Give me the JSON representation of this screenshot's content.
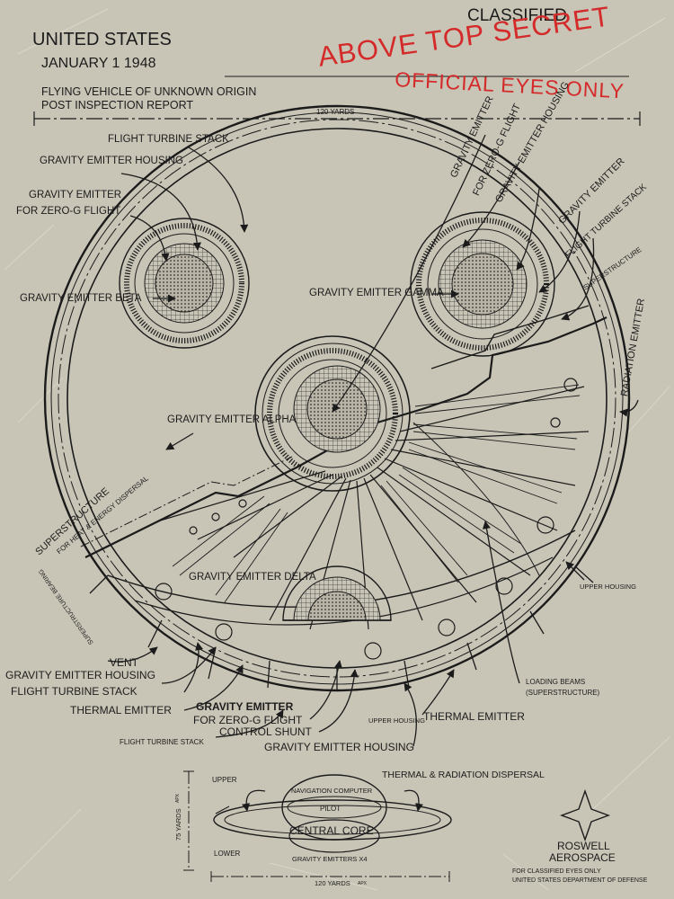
{
  "header": {
    "country": "UNITED STATES",
    "date": "JANUARY 1 1948",
    "report_line_1": "FLYING VEHICLE OF UNKNOWN ORIGIN",
    "report_line_2": "POST INSPECTION REPORT",
    "classified": "CLASSIFIED",
    "stamp_1": "ABOVE TOP SECRET",
    "stamp_2": "OFFICIAL EYES ONLY",
    "dimension_top": "120 YARDS"
  },
  "labels": {
    "flight_turbine_stack_tl": "FLIGHT TURBINE STACK",
    "gravity_emitter_housing_tl": "GRAVITY EMITTER HOUSING",
    "gravity_emitter_zero_g_1": "GRAVITY EMITTER",
    "gravity_emitter_zero_g_2": "FOR ZERO-G FLIGHT",
    "gravity_emitter_beta": "GRAVITY EMITTER BETA",
    "gravity_emitter_gamma": "GRAVITY EMITTER GAMMA",
    "gravity_emitter_alpha": "GRAVITY EMITTER ALPHA",
    "gravity_emitter_delta": "GRAVITY EMITTER DELTA",
    "rot_gravity_emitter_1": "GRAVITY EMITTER",
    "rot_gravity_emitter_2": "FOR ZERO-G FLIGHT",
    "rot_gravity_emitter_housing": "GRAVITY EMITTER HOUSING",
    "rot_gravity_emitter_right": "GRAVITY EMITTER",
    "rot_flight_turbine_stack": "FLIGHT TURBINE STACK",
    "rot_superstructure": "SUPERSTRUCTURE",
    "radiation_emitter": "RADIATION EMITTER",
    "superstructure_left": "SUPERSTRUCTURE",
    "heat_energy_dispersal": "FOR HEAT & ENERGY DISPERSAL",
    "superstructure_bearing": "SUPERSTRUCTURE BEARING",
    "upper_housing_right": "UPPER HOUSING",
    "vent": "VENT",
    "gravity_emitter_housing_bl": "GRAVITY EMITTER HOUSING",
    "flight_turbine_stack_bl": "FLIGHT TURBINE STACK",
    "thermal_emitter_left": "THERMAL EMITTER",
    "gravity_emitter_bold": "GRAVITY EMITTER",
    "for_zero_g_flight_bottom": "FOR ZERO-G FLIGHT",
    "control_shunt": "CONTROL SHUNT",
    "flight_turbine_stack_small": "FLIGHT TURBINE STACK",
    "upper_housing_bottom": "UPPER HOUSING",
    "thermal_emitter_right": "THERMAL EMITTER",
    "loading_beams_1": "LOADING BEAMS",
    "loading_beams_2": "(SUPERSTRUCTURE)",
    "gravity_emitter_housing_bottom": "GRAVITY EMITTER HOUSING"
  },
  "side_view": {
    "upper": "UPPER",
    "lower": "LOWER",
    "navigation_computer": "NAVIGATION COMPUTER",
    "pilot": "PILOT",
    "central_core": "CENTRAL CORE",
    "gravity_emitters": "GRAVITY EMITTERS X4",
    "thermal_radiation": "THERMAL & RADIATION DISPERSAL",
    "height": "75 YARDS",
    "height_unit": "APX",
    "width": "120 YARDS",
    "width_unit": "APX"
  },
  "footer": {
    "brand_1": "ROSWELL",
    "brand_2": "AEROSPACE",
    "note_1": "FOR CLASSIFIED EYES ONLY",
    "note_2": "UNITED STATES DEPARTMENT OF DEFENSE"
  },
  "colors": {
    "paper": "#c8c4b6",
    "ink": "#1b1b1b",
    "stamp_red": "#d42a2a"
  }
}
